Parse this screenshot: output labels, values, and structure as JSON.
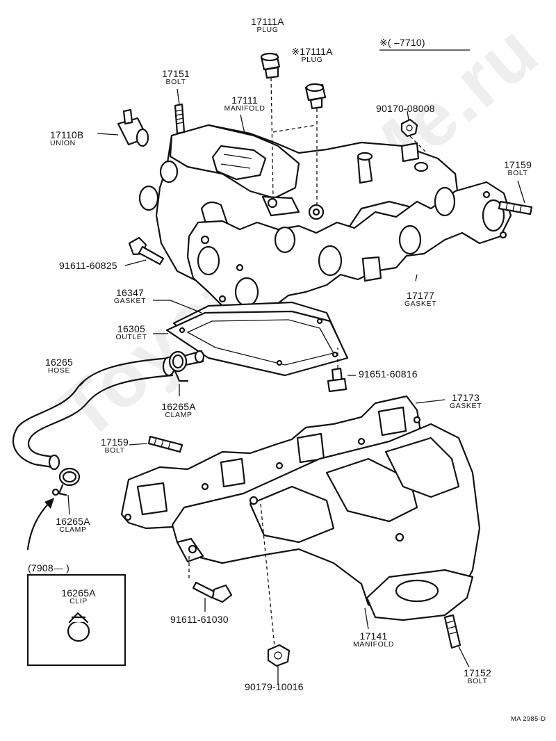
{
  "watermark": "ToyotaCarMe.ru",
  "footer_code": "MA 2985-D",
  "range_note_top": "※(      –7710)",
  "range_note_inset": "(7908—        )",
  "parts": {
    "p17111A_top": {
      "number": "17111A",
      "name": "PLUG"
    },
    "p17111A_alt": {
      "number": "※17111A",
      "name": "PLUG"
    },
    "p17151": {
      "number": "17151",
      "name": "BOLT"
    },
    "p17111": {
      "number": "17111",
      "name": "MANIFOLD"
    },
    "p17110B": {
      "number": "17110B",
      "name": "UNION"
    },
    "p90170": {
      "number": "90170-08008"
    },
    "p17159_r": {
      "number": "17159",
      "name": "BOLT"
    },
    "p91611_60825": {
      "number": "91611-60825"
    },
    "p16347": {
      "number": "16347",
      "name": "GASKET"
    },
    "p17177": {
      "number": "17177",
      "name": "GASKET"
    },
    "p16305": {
      "number": "16305",
      "name": "OUTLET"
    },
    "p16265": {
      "number": "16265",
      "name": "HOSE"
    },
    "p16265A_1": {
      "number": "16265A",
      "name": "CLAMP"
    },
    "p91651": {
      "number": "91651-60816"
    },
    "p17173": {
      "number": "17173",
      "name": "GASKET"
    },
    "p17159_l": {
      "number": "17159",
      "name": "BOLT"
    },
    "p16265A_2": {
      "number": "16265A",
      "name": "CLAMP"
    },
    "p16265A_clip": {
      "number": "16265A",
      "name": "CLIP"
    },
    "p91611_61030": {
      "number": "91611-61030"
    },
    "p17141": {
      "number": "17141",
      "name": "MANIFOLD"
    },
    "p17152": {
      "number": "17152",
      "name": "BOLT"
    },
    "p90179": {
      "number": "90179-10016"
    }
  }
}
